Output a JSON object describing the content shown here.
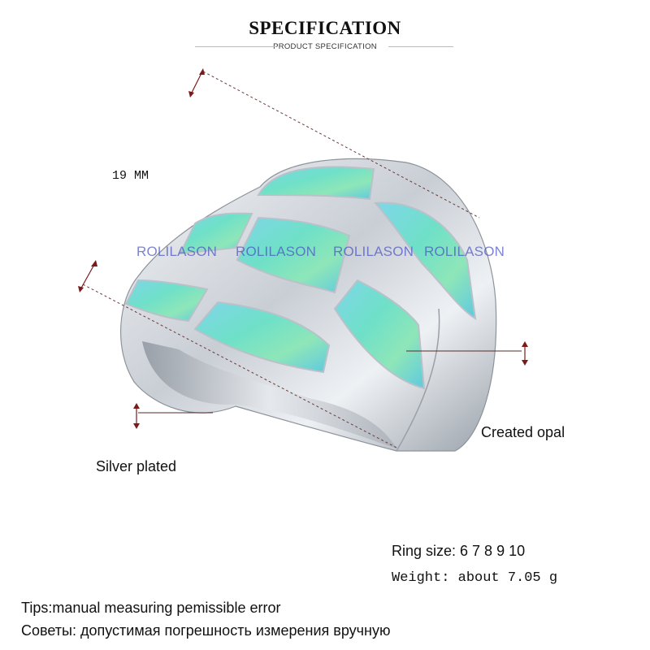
{
  "header": {
    "title": "SPECIFICATION",
    "subtitle": "PRODUCT SPECIFICATION"
  },
  "watermark": {
    "text": "ROLILASON"
  },
  "dimension": {
    "label": "19 MM"
  },
  "callouts": {
    "opal": "Created opal",
    "silver": "Silver plated"
  },
  "specs": {
    "ring_size": "Ring size: 6 7 8 9 10",
    "weight": "Weight: about 7.05 g"
  },
  "tips": {
    "english": "Tips:manual measuring pemissible error",
    "russian": "Советы: допустимая погрешность измерения вручную"
  },
  "colors": {
    "opal": "#6fe0c8",
    "silver": "#d9dde3",
    "marker": "#7a1a1a"
  }
}
